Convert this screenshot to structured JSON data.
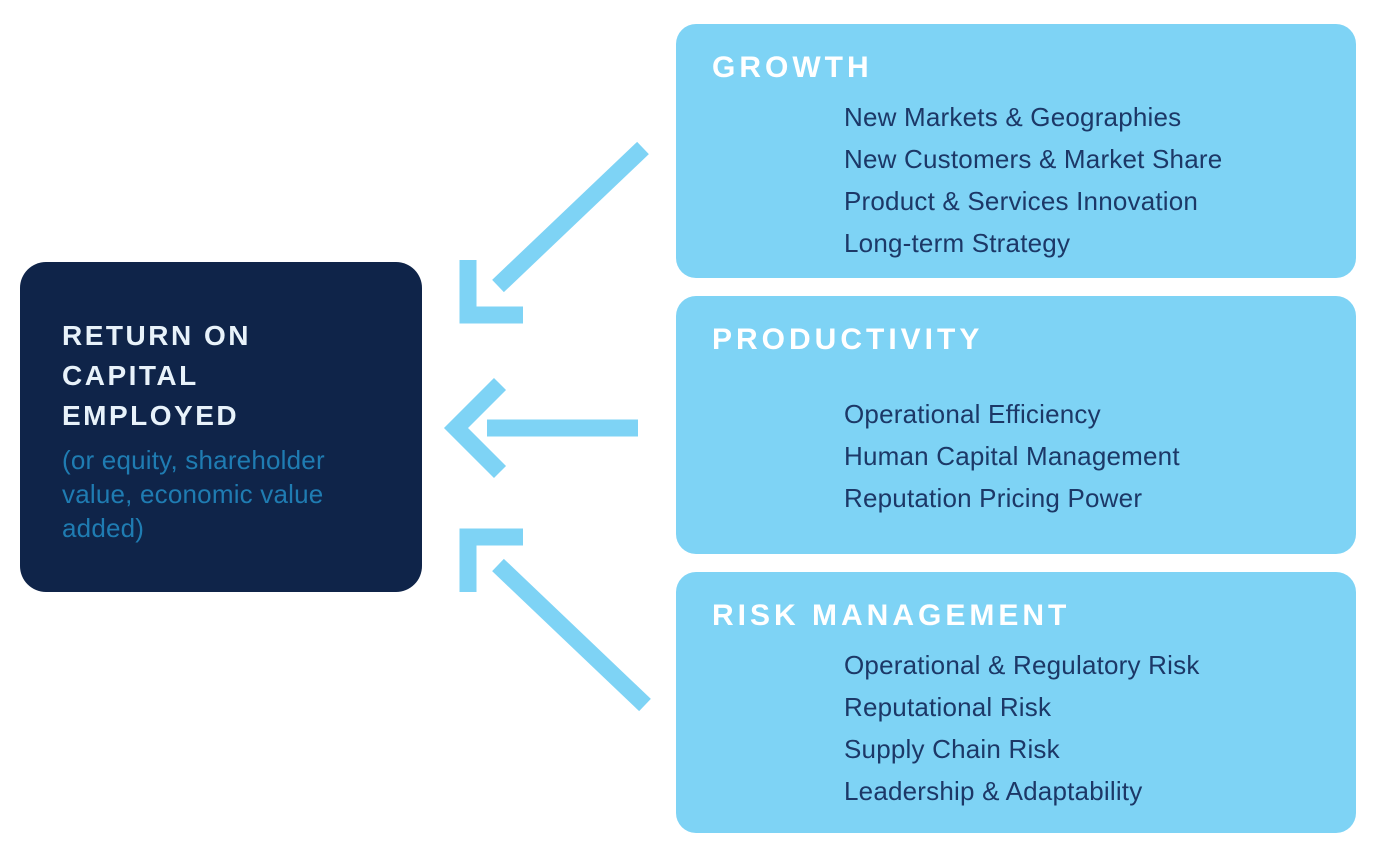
{
  "roce": {
    "title_lines": [
      "RETURN ON",
      "CAPITAL",
      "EMPLOYED"
    ],
    "title": "RETURN ON CAPITAL EMPLOYED",
    "subtitle": "(or equity, shareholder value, economic value added)"
  },
  "drivers": [
    {
      "title": "GROWTH",
      "items": [
        "New Markets & Geographies",
        "New Customers & Market Share",
        "Product & Services Innovation",
        "Long-term Strategy"
      ]
    },
    {
      "title": "PRODUCTIVITY",
      "items": [
        "Operational Efficiency",
        "Human Capital Management",
        "Reputation Pricing Power"
      ]
    },
    {
      "title": "RISK MANAGEMENT",
      "items": [
        "Operational & Regulatory Risk",
        "Reputational Risk",
        "Supply Chain Risk",
        "Leadership & Adaptability"
      ]
    }
  ],
  "colors": {
    "navy_box": "#0f2449",
    "light_blue": "#7ed3f5",
    "heading_text": "#e8f2fa",
    "subtitle_text": "#1f7cb2",
    "item_text": "#1c3867",
    "driver_title_text": "#ffffff",
    "background": "#ffffff"
  }
}
